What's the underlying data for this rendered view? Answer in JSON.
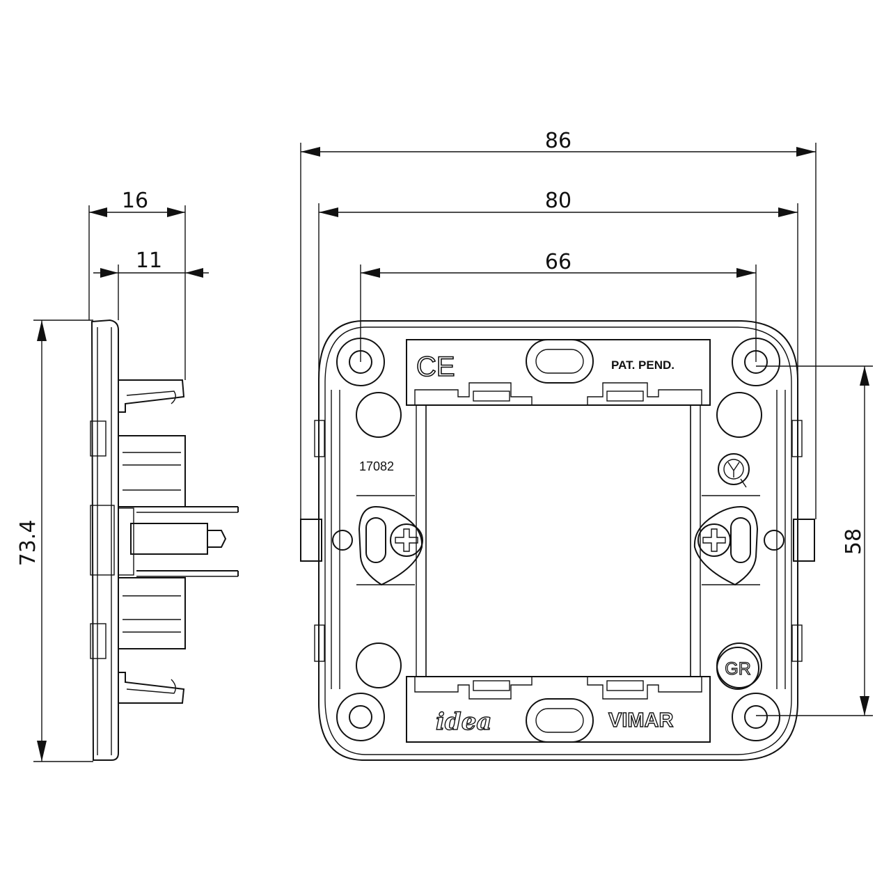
{
  "dimensions": {
    "d86": "86",
    "d80": "80",
    "d66": "66",
    "d58": "58",
    "d16": "16",
    "d11": "11",
    "d734": "73.4"
  },
  "markings": {
    "ce": "CE",
    "patent": "PAT. PEND.",
    "code": "17082",
    "gr": "GR",
    "brand": "VIMAR",
    "series": "idea"
  }
}
